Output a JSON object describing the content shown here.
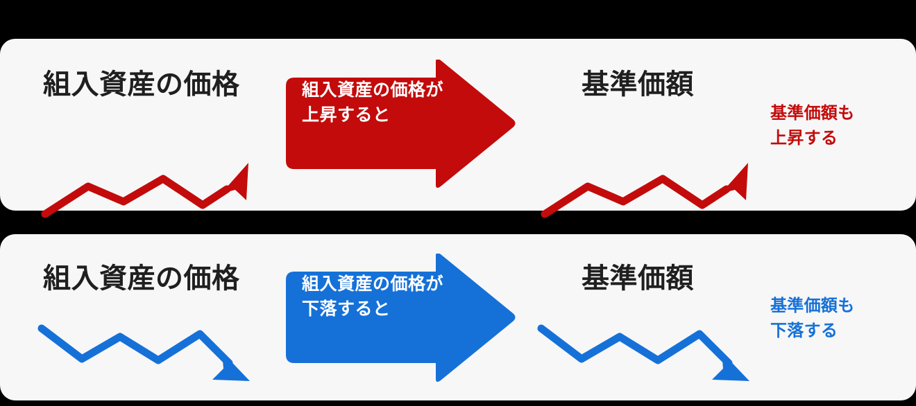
{
  "theme": {
    "page_background": "#000000",
    "card_background": "#f7f7f7",
    "heading_color": "#1f1f1f",
    "rise_color": "#c30b0b",
    "fall_color": "#1571d8",
    "arrow_label_color": "#ffffff"
  },
  "rows": [
    {
      "id": "rise",
      "direction": "up",
      "accent": "#c30b0b",
      "source_heading": "組入資産の価格",
      "arrow_label_line1": "組入資産の価格が",
      "arrow_label_line2": "上昇すると",
      "target_heading": "基準価額",
      "result_line1": "基準価額も",
      "result_line2": "上昇する",
      "source_chart_icon": "upward-zigzag-arrow-icon",
      "target_chart_icon": "upward-zigzag-arrow-icon",
      "flow_icon": "right-block-arrow-icon"
    },
    {
      "id": "fall",
      "direction": "down",
      "accent": "#1571d8",
      "source_heading": "組入資産の価格",
      "arrow_label_line1": "組入資産の価格が",
      "arrow_label_line2": "下落すると",
      "target_heading": "基準価額",
      "result_line1": "基準価額も",
      "result_line2": "下落する",
      "source_chart_icon": "downward-zigzag-arrow-icon",
      "target_chart_icon": "downward-zigzag-arrow-icon",
      "flow_icon": "right-block-arrow-icon"
    }
  ]
}
